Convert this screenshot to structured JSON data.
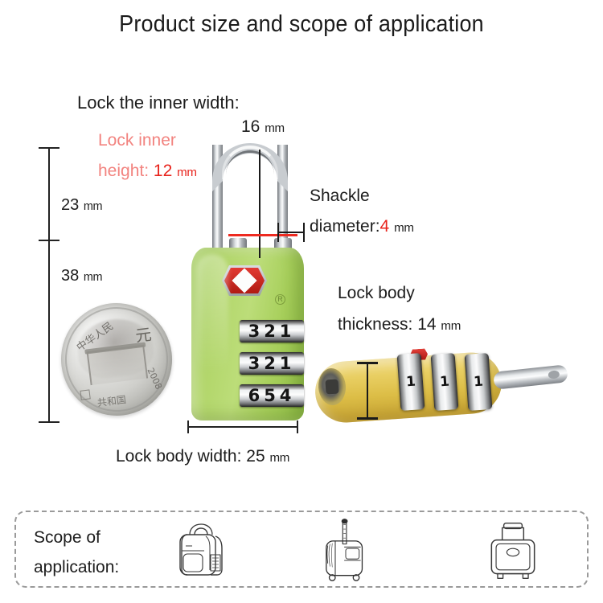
{
  "title": "Product size and scope of application",
  "colors": {
    "lock_green": "#a8ce5a",
    "lock_yellow": "#e4cb5c",
    "accent_red": "#e8231c",
    "accent_pink": "#f2837f",
    "text": "#1d1d1d",
    "dim_line": "#232323",
    "panel_border": "#9a9a9a"
  },
  "annotations": {
    "inner_width_label": "Lock the inner width:",
    "inner_width_value": "16",
    "inner_width_unit": "mm",
    "inner_height_line1": "Lock inner",
    "inner_height_line2_label": "height:",
    "inner_height_value": "12",
    "inner_height_unit": "mm",
    "height_upper_value": "23",
    "height_upper_unit": "mm",
    "height_lower_value": "38",
    "height_lower_unit": "mm",
    "shackle_line1": "Shackle",
    "shackle_line2_label": "diameter:",
    "shackle_value": "4",
    "shackle_unit": "mm",
    "thickness_line1": "Lock body",
    "thickness_line2_label": "thickness:",
    "thickness_value": "14",
    "thickness_unit": "mm",
    "body_width_label": "Lock body width:",
    "body_width_value": "25",
    "body_width_unit": "mm"
  },
  "green_lock": {
    "dials": [
      "321",
      "321",
      "654"
    ],
    "logo": "tsa-diamond-logo",
    "registered_mark": "R"
  },
  "yellow_lock": {
    "dials": [
      "1",
      "1",
      "1"
    ]
  },
  "coin": {
    "denomination": "元",
    "year": "2008",
    "country_top": "中华人民",
    "country_bottom": "共和国"
  },
  "scope": {
    "label_line1": "Scope of",
    "label_line2": "application:",
    "icons": [
      {
        "name": "backpack-icon"
      },
      {
        "name": "rolling-duffel-icon"
      },
      {
        "name": "suitcase-icon"
      }
    ]
  }
}
